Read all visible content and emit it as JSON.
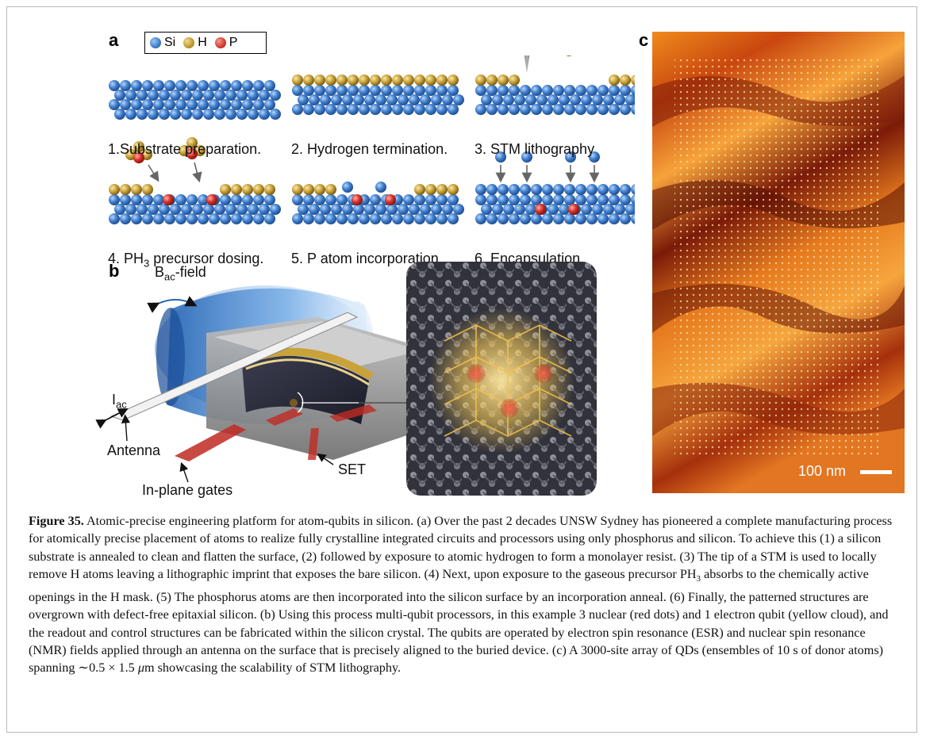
{
  "panels": {
    "a": {
      "letter": "a",
      "legend": [
        {
          "symbol": "Si",
          "color": "#3f7fcf"
        },
        {
          "symbol": "H",
          "color": "#c9a23a"
        },
        {
          "symbol": "P",
          "color": "#d8322a"
        }
      ],
      "steps": [
        "1.Substrate preparation.",
        "2. Hydrogen termination.",
        "3. STM lithography",
        "4. PH",
        "5. P atom incorporation.",
        "6. Encapsulation."
      ],
      "step4_subscript": "3",
      "step4_suffix": " precursor dosing."
    },
    "b": {
      "letter": "b",
      "field_label": "B",
      "field_sub": "ac",
      "field_suffix": "-field",
      "current_label": "I",
      "current_sub": "ac",
      "antenna_label": "Antenna",
      "gates_label": "In-plane gates",
      "set_label": "SET"
    },
    "c": {
      "letter": "c",
      "scalebar": "100 nm"
    }
  },
  "caption": {
    "figure_label": "Figure 35.",
    "part1": " Atomic-precise engineering platform for atom-qubits in silicon. (a) Over the past 2 decades UNSW Sydney has pioneered a complete manufacturing process for atomically precise placement of atoms to realize fully crystalline integrated circuits and processors using only phosphorus and silicon. To achieve this (1) a silicon substrate is annealed to clean and flatten the surface, (2) followed by exposure to atomic hydrogen to form a monolayer resist. (3) The tip of a STM is used to locally remove H atoms leaving a lithographic imprint that exposes the bare silicon. (4) Next, upon exposure to the gaseous precursor PH",
    "part1_sub": "3",
    "part2": " absorbs to the chemically active openings in the H mask. (5) The phosphorus atoms are then incorporated into the silicon surface by an incorporation anneal. (6) Finally, the patterned structures are overgrown with defect-free epitaxial silicon. (b) Using this process multi-qubit processors, in this example 3 nuclear (red dots) and 1 electron qubit (yellow cloud), and the readout and control structures can be fabricated within the silicon crystal. The qubits are operated by electron spin resonance (ESR) and nuclear spin resonance (NMR) fields applied through an antenna on the surface that is precisely aligned to the buried device. (c) A 3000-site array of QDs (ensembles of 10 s of donor atoms) spanning ",
    "part3": "∼0.5 × 1.5 ",
    "part3_mu": "μ",
    "part4": "m showcasing the scalability of STM lithography."
  }
}
